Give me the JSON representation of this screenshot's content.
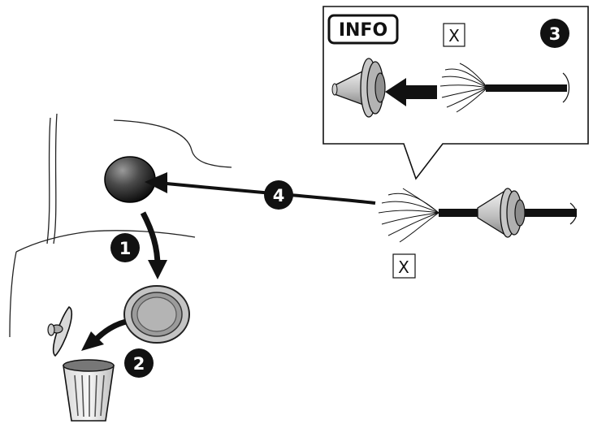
{
  "info_box": {
    "info_label": "INFO",
    "step_number": "3",
    "cable_marker": "X"
  },
  "steps": {
    "step1": "1",
    "step2": "2",
    "step4": "4"
  },
  "cable_marker": "X"
}
